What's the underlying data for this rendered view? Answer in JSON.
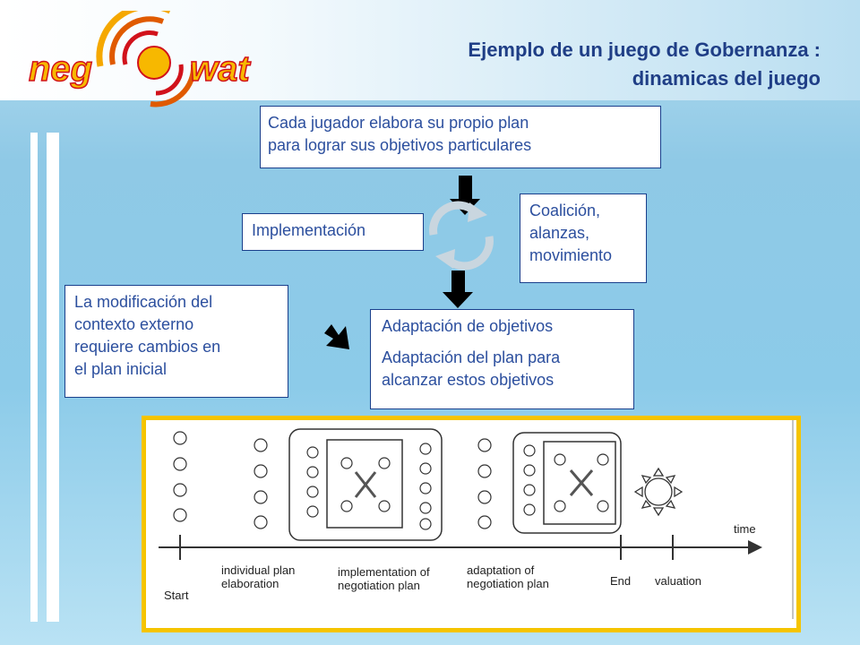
{
  "logo": {
    "left_text": "neg",
    "right_text": "wat"
  },
  "title": {
    "line1": "Ejemplo de un juego de Gobernanza :",
    "line2": "dinamicas del juego"
  },
  "boxes": {
    "plan": {
      "line1": "Cada jugador elabora su propio plan",
      "line2": "para lograr sus objetivos particulares"
    },
    "implementacion": "Implementación",
    "coalicion": {
      "line1": "Coalición,",
      "line2": "alanzas,",
      "line3": "movimiento"
    },
    "modificacion": {
      "line1": "La modificación del",
      "line2": "contexto externo",
      "line3": "requiere cambios en",
      "line4": "el plan inicial"
    },
    "adaptacion": {
      "p1": "Adaptación de objetivos",
      "p2_line1": "Adaptación del plan para",
      "p2_line2": "alcanzar estos objetivos"
    }
  },
  "timeline": {
    "axis_label": "time",
    "start": "Start",
    "stage1": {
      "line1": "individual plan",
      "line2": "elaboration"
    },
    "stage2": {
      "line1": "implementation of",
      "line2": "negotiation plan"
    },
    "stage3": {
      "line1": "adaptation of",
      "line2": "negotiation plan"
    },
    "end": "End",
    "valuation": "valuation"
  },
  "colors": {
    "title": "#1f3e86",
    "box_text": "#2c4f9e",
    "logo_orange": "#f5a800",
    "logo_red": "#d1121b",
    "diagram_border": "#f5c400"
  }
}
